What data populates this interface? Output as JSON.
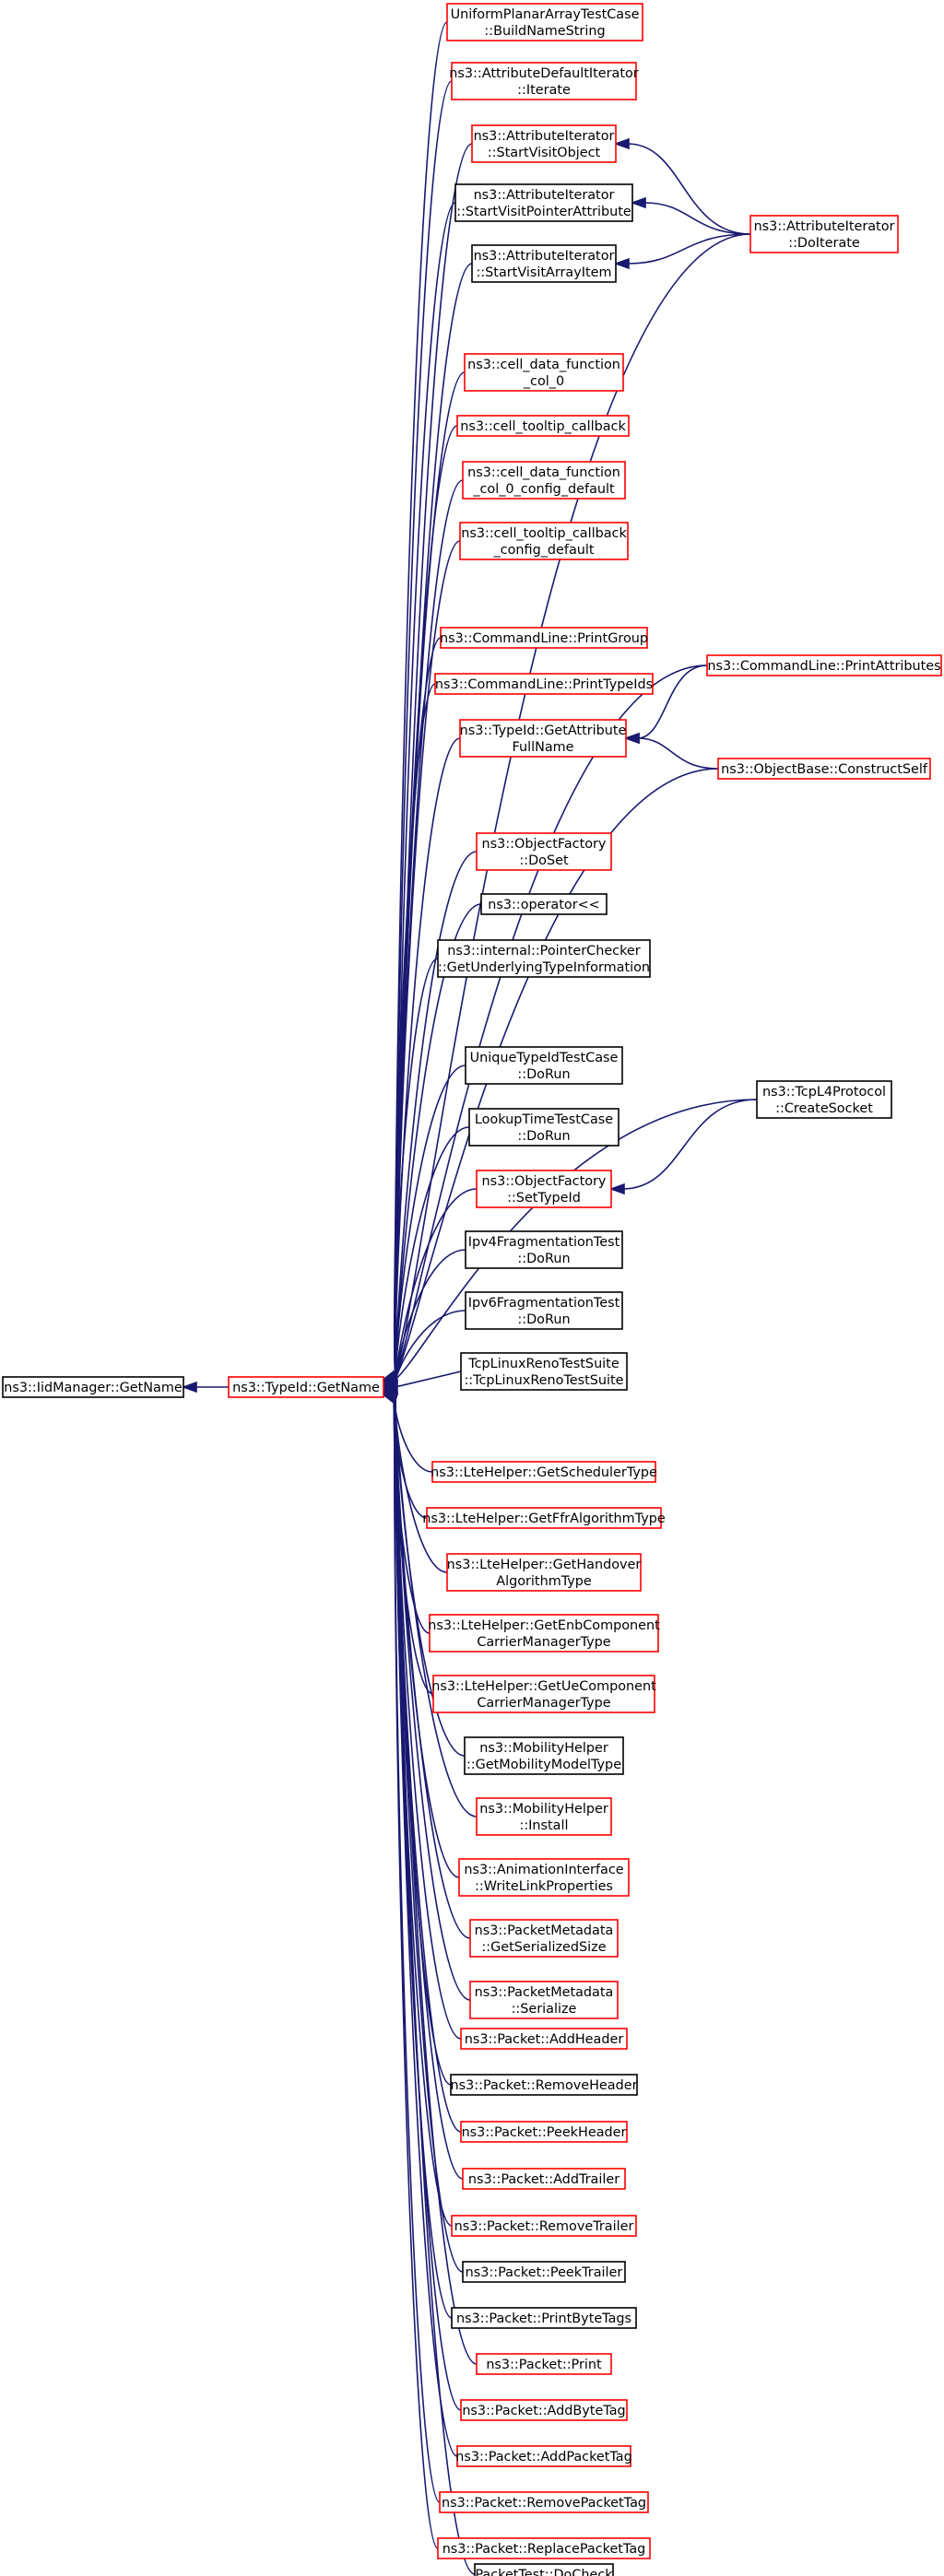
{
  "colors": {
    "edge": "#191970",
    "box_linked": "#ff0000",
    "box_plain": "#000000",
    "box_root_fill": "#bfbfbf"
  },
  "nodes": [
    {
      "id": "n_iid",
      "lines": [
        "ns3::IidManager::GetName"
      ],
      "style": "root"
    },
    {
      "id": "n_getname",
      "lines": [
        "ns3::TypeId::GetName"
      ],
      "style": "linked"
    },
    {
      "id": "n1",
      "lines": [
        "UniformPlanarArrayTestCase",
        "::BuildNameString"
      ],
      "style": "linked"
    },
    {
      "id": "n2",
      "lines": [
        "ns3::AttributeDefaultIterator",
        "::Iterate"
      ],
      "style": "linked"
    },
    {
      "id": "n3",
      "lines": [
        "ns3::AttributeIterator",
        "::StartVisitObject"
      ],
      "style": "linked"
    },
    {
      "id": "n4",
      "lines": [
        "ns3::AttributeIterator",
        "::StartVisitPointerAttribute"
      ],
      "style": "plain"
    },
    {
      "id": "n5",
      "lines": [
        "ns3::AttributeIterator",
        "::StartVisitArrayItem"
      ],
      "style": "plain"
    },
    {
      "id": "n_doit",
      "lines": [
        "ns3::AttributeIterator",
        "::DoIterate"
      ],
      "style": "linked"
    },
    {
      "id": "n6",
      "lines": [
        "ns3::cell_data_function",
        "_col_0"
      ],
      "style": "linked"
    },
    {
      "id": "n7",
      "lines": [
        "ns3::cell_tooltip_callback"
      ],
      "style": "linked"
    },
    {
      "id": "n8",
      "lines": [
        "ns3::cell_data_function",
        "_col_0_config_default"
      ],
      "style": "linked"
    },
    {
      "id": "n9",
      "lines": [
        "ns3::cell_tooltip_callback",
        "_config_default"
      ],
      "style": "linked"
    },
    {
      "id": "n10",
      "lines": [
        "ns3::CommandLine::PrintGroup"
      ],
      "style": "linked"
    },
    {
      "id": "n11",
      "lines": [
        "ns3::CommandLine::PrintTypeIds"
      ],
      "style": "linked"
    },
    {
      "id": "n12",
      "lines": [
        "ns3::TypeId::GetAttribute",
        "FullName"
      ],
      "style": "linked"
    },
    {
      "id": "n_printattr",
      "lines": [
        "ns3::CommandLine::PrintAttributes"
      ],
      "style": "linked"
    },
    {
      "id": "n_construct",
      "lines": [
        "ns3::ObjectBase::ConstructSelf"
      ],
      "style": "linked"
    },
    {
      "id": "n13",
      "lines": [
        "ns3::ObjectFactory",
        "::DoSet"
      ],
      "style": "linked"
    },
    {
      "id": "n14",
      "lines": [
        "ns3::operator<<"
      ],
      "style": "plain"
    },
    {
      "id": "n15",
      "lines": [
        "ns3::internal::PointerChecker",
        "::GetUnderlyingTypeInformation"
      ],
      "style": "plain"
    },
    {
      "id": "n16",
      "lines": [
        "UniqueTypeIdTestCase",
        "::DoRun"
      ],
      "style": "plain"
    },
    {
      "id": "n17",
      "lines": [
        "LookupTimeTestCase",
        "::DoRun"
      ],
      "style": "plain"
    },
    {
      "id": "n18",
      "lines": [
        "ns3::ObjectFactory",
        "::SetTypeId"
      ],
      "style": "linked"
    },
    {
      "id": "n_tcpl4",
      "lines": [
        "ns3::TcpL4Protocol",
        "::CreateSocket"
      ],
      "style": "plain"
    },
    {
      "id": "n19",
      "lines": [
        "Ipv4FragmentationTest",
        "::DoRun"
      ],
      "style": "plain"
    },
    {
      "id": "n20",
      "lines": [
        "Ipv6FragmentationTest",
        "::DoRun"
      ],
      "style": "plain"
    },
    {
      "id": "n21",
      "lines": [
        "TcpLinuxRenoTestSuite",
        "::TcpLinuxRenoTestSuite"
      ],
      "style": "plain"
    },
    {
      "id": "n22",
      "lines": [
        "ns3::LteHelper::GetSchedulerType"
      ],
      "style": "linked"
    },
    {
      "id": "n23",
      "lines": [
        "ns3::LteHelper::GetFfrAlgorithmType"
      ],
      "style": "linked"
    },
    {
      "id": "n24",
      "lines": [
        "ns3::LteHelper::GetHandover",
        "AlgorithmType"
      ],
      "style": "linked"
    },
    {
      "id": "n25",
      "lines": [
        "ns3::LteHelper::GetEnbComponent",
        "CarrierManagerType"
      ],
      "style": "linked"
    },
    {
      "id": "n26",
      "lines": [
        "ns3::LteHelper::GetUeComponent",
        "CarrierManagerType"
      ],
      "style": "linked"
    },
    {
      "id": "n27",
      "lines": [
        "ns3::MobilityHelper",
        "::GetMobilityModelType"
      ],
      "style": "plain"
    },
    {
      "id": "n28",
      "lines": [
        "ns3::MobilityHelper",
        "::Install"
      ],
      "style": "linked"
    },
    {
      "id": "n29",
      "lines": [
        "ns3::AnimationInterface",
        "::WriteLinkProperties"
      ],
      "style": "linked"
    },
    {
      "id": "n30",
      "lines": [
        "ns3::PacketMetadata",
        "::GetSerializedSize"
      ],
      "style": "linked"
    },
    {
      "id": "n31",
      "lines": [
        "ns3::PacketMetadata",
        "::Serialize"
      ],
      "style": "linked"
    },
    {
      "id": "n32",
      "lines": [
        "ns3::Packet::AddHeader"
      ],
      "style": "linked"
    },
    {
      "id": "n33",
      "lines": [
        "ns3::Packet::RemoveHeader"
      ],
      "style": "plain"
    },
    {
      "id": "n34",
      "lines": [
        "ns3::Packet::PeekHeader"
      ],
      "style": "linked"
    },
    {
      "id": "n35",
      "lines": [
        "ns3::Packet::AddTrailer"
      ],
      "style": "linked"
    },
    {
      "id": "n36",
      "lines": [
        "ns3::Packet::RemoveTrailer"
      ],
      "style": "linked"
    },
    {
      "id": "n37",
      "lines": [
        "ns3::Packet::PeekTrailer"
      ],
      "style": "plain"
    },
    {
      "id": "n38",
      "lines": [
        "ns3::Packet::PrintByteTags"
      ],
      "style": "plain"
    },
    {
      "id": "n39",
      "lines": [
        "ns3::Packet::Print"
      ],
      "style": "linked"
    },
    {
      "id": "n40",
      "lines": [
        "ns3::Packet::AddByteTag"
      ],
      "style": "linked"
    },
    {
      "id": "n41",
      "lines": [
        "ns3::Packet::AddPacketTag"
      ],
      "style": "linked"
    },
    {
      "id": "n42",
      "lines": [
        "ns3::Packet::RemovePacketTag"
      ],
      "style": "linked"
    },
    {
      "id": "n43",
      "lines": [
        "ns3::Packet::ReplacePacketTag"
      ],
      "style": "linked"
    },
    {
      "id": "n44",
      "lines": [
        "PacketTest::DoCheck"
      ],
      "style": "plain"
    }
  ],
  "edges": [
    [
      "n_getname",
      "n_iid"
    ],
    [
      "n1",
      "n_getname"
    ],
    [
      "n2",
      "n_getname"
    ],
    [
      "n3",
      "n_getname"
    ],
    [
      "n4",
      "n_getname"
    ],
    [
      "n5",
      "n_getname"
    ],
    [
      "n_doit",
      "n_getname"
    ],
    [
      "n6",
      "n_getname"
    ],
    [
      "n7",
      "n_getname"
    ],
    [
      "n8",
      "n_getname"
    ],
    [
      "n9",
      "n_getname"
    ],
    [
      "n_printattr",
      "n_getname"
    ],
    [
      "n10",
      "n_getname"
    ],
    [
      "n11",
      "n_getname"
    ],
    [
      "n12",
      "n_getname"
    ],
    [
      "n_construct",
      "n_getname"
    ],
    [
      "n13",
      "n_getname"
    ],
    [
      "n14",
      "n_getname"
    ],
    [
      "n15",
      "n_getname"
    ],
    [
      "n_tcpl4",
      "n_getname"
    ],
    [
      "n16",
      "n_getname"
    ],
    [
      "n17",
      "n_getname"
    ],
    [
      "n18",
      "n_getname"
    ],
    [
      "n19",
      "n_getname"
    ],
    [
      "n20",
      "n_getname"
    ],
    [
      "n21",
      "n_getname"
    ],
    [
      "n22",
      "n_getname"
    ],
    [
      "n23",
      "n_getname"
    ],
    [
      "n24",
      "n_getname"
    ],
    [
      "n25",
      "n_getname"
    ],
    [
      "n26",
      "n_getname"
    ],
    [
      "n27",
      "n_getname"
    ],
    [
      "n28",
      "n_getname"
    ],
    [
      "n29",
      "n_getname"
    ],
    [
      "n30",
      "n_getname"
    ],
    [
      "n31",
      "n_getname"
    ],
    [
      "n32",
      "n_getname"
    ],
    [
      "n33",
      "n_getname"
    ],
    [
      "n34",
      "n_getname"
    ],
    [
      "n35",
      "n_getname"
    ],
    [
      "n36",
      "n_getname"
    ],
    [
      "n37",
      "n_getname"
    ],
    [
      "n38",
      "n_getname"
    ],
    [
      "n39",
      "n_getname"
    ],
    [
      "n40",
      "n_getname"
    ],
    [
      "n41",
      "n_getname"
    ],
    [
      "n42",
      "n_getname"
    ],
    [
      "n43",
      "n_getname"
    ],
    [
      "n44",
      "n_getname"
    ],
    [
      "n_doit",
      "n3"
    ],
    [
      "n_doit",
      "n4"
    ],
    [
      "n_doit",
      "n5"
    ],
    [
      "n_printattr",
      "n12"
    ],
    [
      "n_construct",
      "n12"
    ],
    [
      "n_tcpl4",
      "n18"
    ]
  ]
}
